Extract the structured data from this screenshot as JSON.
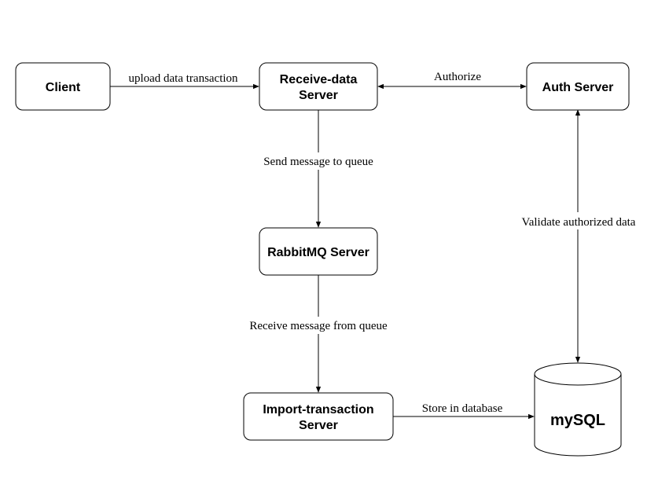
{
  "nodes": {
    "client": {
      "lines": [
        "Client"
      ]
    },
    "receive": {
      "lines": [
        "Receive-data",
        "Server"
      ]
    },
    "auth": {
      "lines": [
        "Auth Server"
      ]
    },
    "rabbit": {
      "lines": [
        "RabbitMQ Server"
      ]
    },
    "import": {
      "lines": [
        "Import-transaction",
        "Server"
      ]
    },
    "mysql": {
      "lines": [
        "mySQL"
      ]
    }
  },
  "edges": {
    "client_receive": "upload data transaction",
    "receive_auth": "Authorize",
    "receive_rabbit": "Send message to queue",
    "auth_mysql": "Validate authorized data",
    "rabbit_import": "Receive message from queue",
    "import_mysql": "Store in database"
  }
}
